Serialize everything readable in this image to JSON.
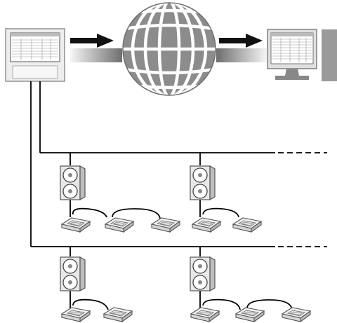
{
  "diagram": {
    "source_device": {
      "icon": "central-controller-icon",
      "has_screen": true,
      "has_panel": true
    },
    "network": {
      "icon": "globe-network-icon"
    },
    "remote_pc": {
      "icon": "pc-monitor-icon",
      "has_tower": true
    },
    "flows": [
      {
        "from": "central-controller",
        "to": "internet",
        "icon": "arrow-right-icon"
      },
      {
        "from": "internet",
        "to": "remote-pc",
        "icon": "arrow-right-icon"
      }
    ],
    "systems": [
      {
        "id": "line-1",
        "continues": true,
        "outdoor_units": [
          {
            "id": "ou-1a",
            "indoor_units": 3
          },
          {
            "id": "ou-1b",
            "indoor_units": 2
          }
        ]
      },
      {
        "id": "line-2",
        "continues": true,
        "outdoor_units": [
          {
            "id": "ou-2a",
            "indoor_units": 2
          },
          {
            "id": "ou-2b",
            "indoor_units": 3
          }
        ]
      }
    ],
    "colors": {
      "line": "#000000",
      "device_fill": "#eeeeee",
      "device_stroke": "#777777",
      "globe": "#8a8a8a",
      "arrow": "#111111",
      "fade_light": "#f4f4f4"
    }
  }
}
